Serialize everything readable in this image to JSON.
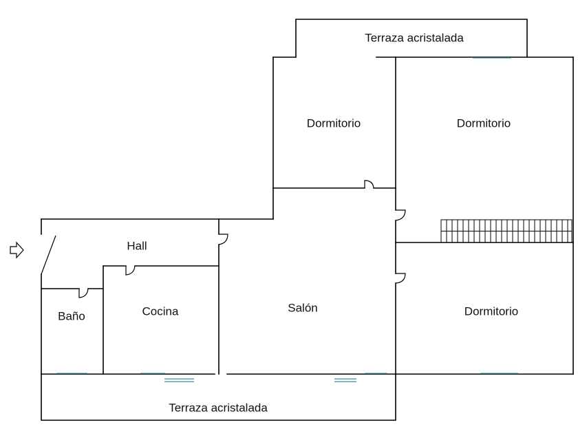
{
  "rooms": {
    "terrace_top": "Terraza acristalada",
    "bedroom_top_left": "Dormitorio",
    "bedroom_top_right": "Dormitorio",
    "hall": "Hall",
    "bathroom": "Baño",
    "kitchen": "Cocina",
    "living_room": "Salón",
    "bedroom_bottom_right": "Dormitorio",
    "terrace_bottom": "Terraza acristalada"
  },
  "icons": {
    "entrance": "arrow-right-icon"
  },
  "colors": {
    "walls": "#000000",
    "windows": "#3a8f9a",
    "background": "#ffffff"
  }
}
